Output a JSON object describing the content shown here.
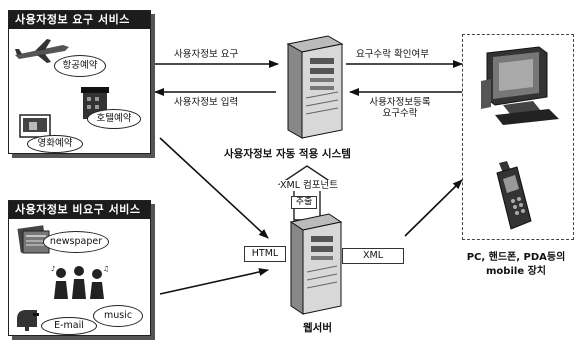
{
  "request_services": {
    "title": "사용자정보 요구 서비스",
    "items": [
      "항공예약",
      "호텔예약",
      "영화예약"
    ]
  },
  "non_request_services": {
    "title": "사용자정보 비요구 서비스",
    "items": [
      "newspaper",
      "music",
      "E-mail"
    ]
  },
  "auto_system": {
    "title": "사용자정보 자동 적용 시스템"
  },
  "arrows": {
    "info_request": "사용자정보 요구",
    "info_input": "사용자정보 입력",
    "confirm_line1": "요구수락 확인여부",
    "register_line1": "사용자정보등록",
    "register_line2": "요구수락"
  },
  "xml_component": {
    "label": "XML 컴포넌트",
    "extract": "추출"
  },
  "web_server": {
    "title": "웹서버",
    "html_tag": "HTML",
    "xml_tag": "XML"
  },
  "devices": {
    "caption_line1": "PC, 핸드폰, PDA등의",
    "caption_line2": "mobile 장치"
  }
}
